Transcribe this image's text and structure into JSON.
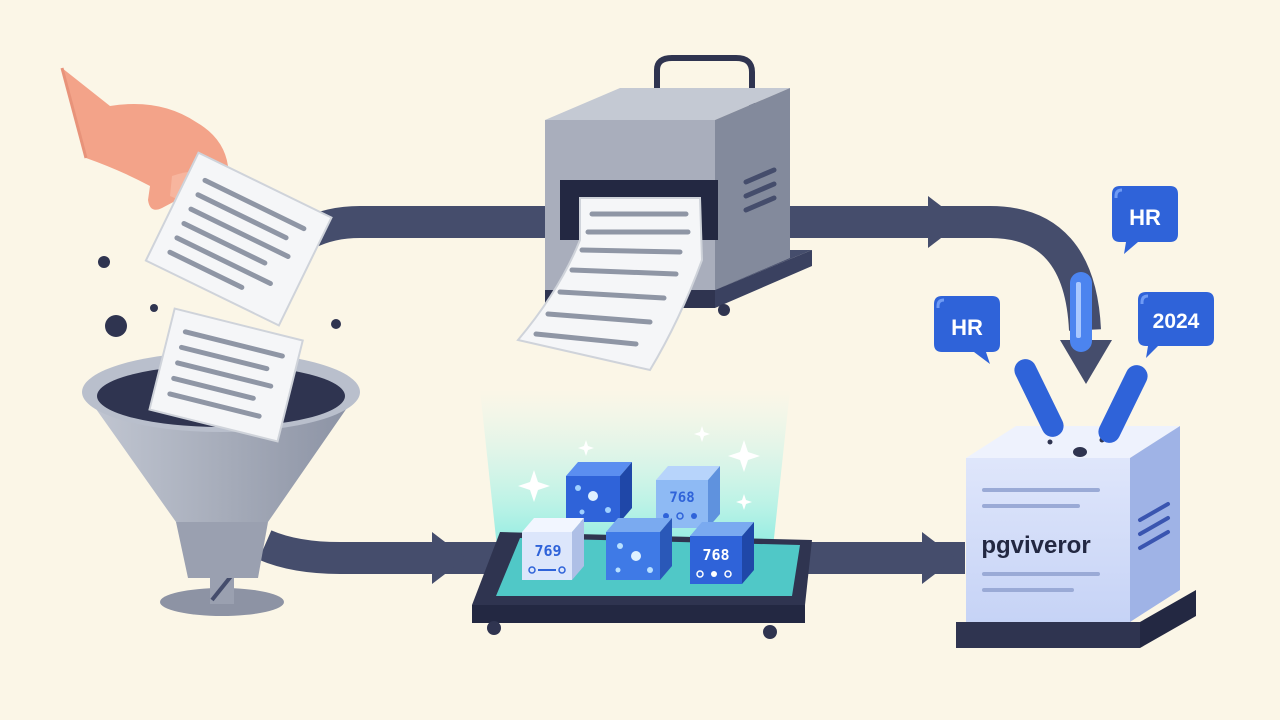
{
  "scene": {
    "type": "pipeline-illustration",
    "stages": [
      {
        "id": "ingest",
        "icon": "funnel-icon"
      },
      {
        "id": "parse",
        "icon": "printer-icon"
      },
      {
        "id": "embed",
        "icon": "vector-cubes-icon"
      },
      {
        "id": "store",
        "icon": "database-box-icon"
      }
    ],
    "cube_labels": [
      "769",
      "768",
      "768"
    ],
    "storage_label": "pgviveror",
    "metadata_tags": [
      "HR",
      "HR",
      "2024"
    ],
    "colors": {
      "background": "#fbf6e7",
      "track": "#454d6c",
      "accent_blue": "#2f63d9",
      "glow": "#58e6e0"
    }
  }
}
